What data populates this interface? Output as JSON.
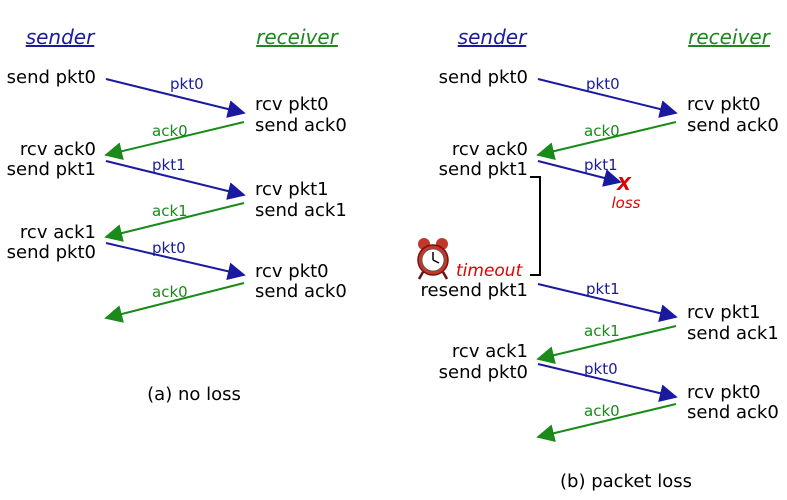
{
  "colors": {
    "pkt": "#1a1aa0",
    "ack": "#1a8a1a",
    "sender_header": "#1a1aa0",
    "receiver_header": "#1a8a1a",
    "alert": "#e00000"
  },
  "diagrams": [
    {
      "caption": "(a) no loss",
      "sender_header": "sender",
      "receiver_header": "receiver",
      "sender_labels": [
        "send pkt0",
        "rcv ack0",
        "send pkt1",
        "rcv ack1",
        "send pkt0"
      ],
      "receiver_labels": [
        "rcv pkt0",
        "send ack0",
        "rcv pkt1",
        "send ack1",
        "rcv pkt0",
        "send ack0"
      ],
      "messages": [
        {
          "label": "pkt0",
          "kind": "pkt"
        },
        {
          "label": "ack0",
          "kind": "ack"
        },
        {
          "label": "pkt1",
          "kind": "pkt"
        },
        {
          "label": "ack1",
          "kind": "ack"
        },
        {
          "label": "pkt0",
          "kind": "pkt"
        },
        {
          "label": "ack0",
          "kind": "ack"
        }
      ]
    },
    {
      "caption": "(b) packet loss",
      "sender_header": "sender",
      "receiver_header": "receiver",
      "sender_labels": [
        "send pkt0",
        "rcv ack0",
        "send pkt1",
        "resend pkt1",
        "rcv ack1",
        "send pkt0"
      ],
      "receiver_labels": [
        "rcv pkt0",
        "send ack0",
        "rcv pkt1",
        "send ack1",
        "rcv pkt0",
        "send ack0"
      ],
      "messages": [
        {
          "label": "pkt0",
          "kind": "pkt"
        },
        {
          "label": "ack0",
          "kind": "ack"
        },
        {
          "label": "pkt1",
          "kind": "pkt",
          "lost": true
        },
        {
          "label": "pkt1",
          "kind": "pkt"
        },
        {
          "label": "ack1",
          "kind": "ack"
        },
        {
          "label": "pkt0",
          "kind": "pkt"
        },
        {
          "label": "ack0",
          "kind": "ack"
        }
      ],
      "loss_mark": "X",
      "loss_label": "loss",
      "timeout_label": "timeout",
      "timer_icon": "alarm-clock-icon"
    }
  ]
}
